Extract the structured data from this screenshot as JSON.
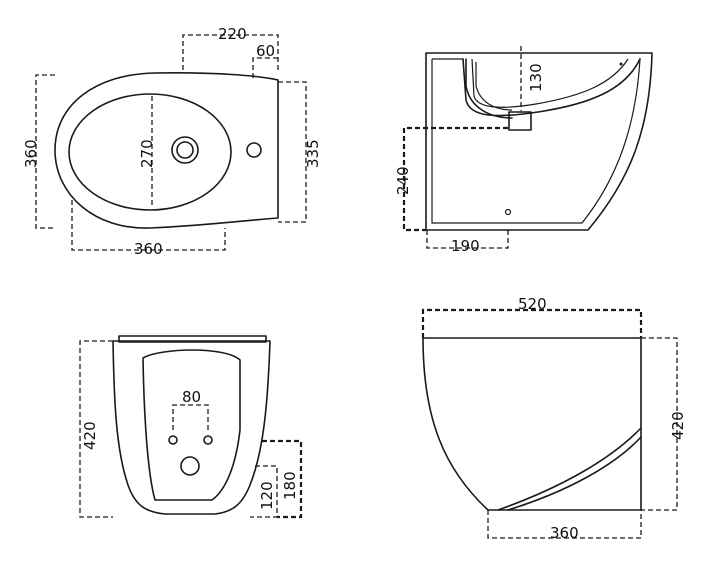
{
  "colors": {
    "line": "#1a1a1a",
    "background": "#ffffff"
  },
  "top_view": {
    "dim_width_back": "220",
    "dim_tap_offset": "60",
    "dim_total_width": "360",
    "dim_bowl_width": "270",
    "dim_back_width": "335",
    "dim_length": "360"
  },
  "side_section": {
    "dim_bowl_depth": "130",
    "dim_outlet_height": "240",
    "dim_outlet_offset": "190"
  },
  "rear_view": {
    "dim_fixing_spacing": "80",
    "dim_height": "420",
    "dim_supply_height_low": "120",
    "dim_supply_height_high": "180"
  },
  "side_view": {
    "dim_length": "520",
    "dim_height": "420",
    "dim_base_length": "360"
  }
}
